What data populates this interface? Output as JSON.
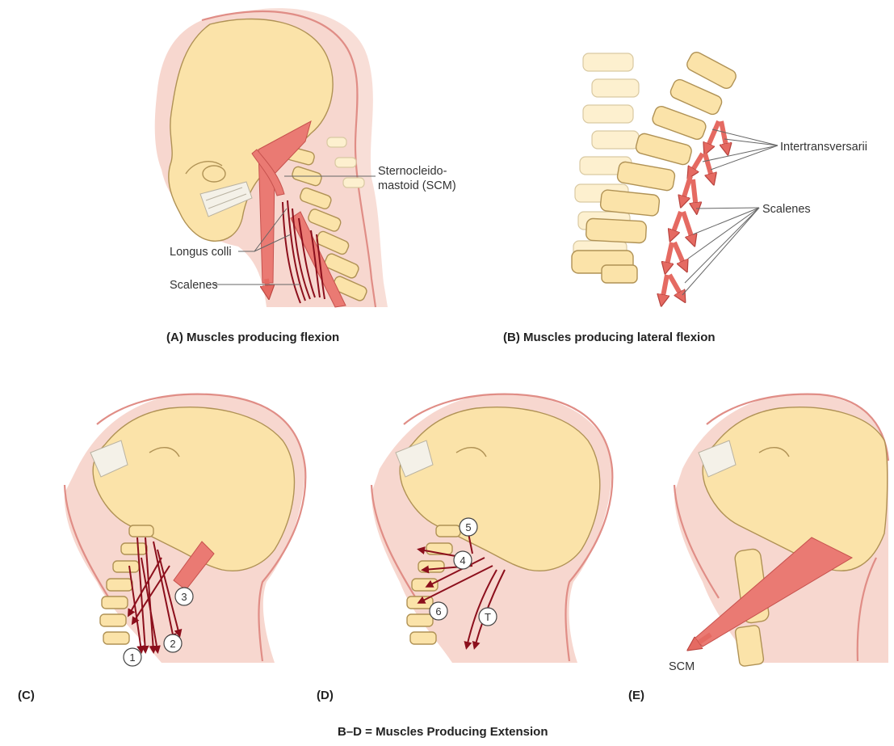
{
  "panels": {
    "a": {
      "caption": "(A) Muscles producing flexion",
      "labels": {
        "scm_line1": "Sternocleido-",
        "scm_line2": "mastoid (SCM)",
        "longus_colli": "Longus colli",
        "scalenes": "Scalenes"
      }
    },
    "b": {
      "caption": "(B) Muscles producing lateral flexion",
      "labels": {
        "intertransversarii": "Intertransversarii",
        "scalenes": "Scalenes"
      }
    },
    "c": {
      "caption": "(C)",
      "markers": [
        "1",
        "2",
        "3"
      ]
    },
    "d": {
      "caption": "(D)",
      "markers": [
        "5",
        "4",
        "6",
        "T"
      ]
    },
    "e": {
      "caption": "(E)",
      "labels": {
        "scm": "SCM"
      }
    }
  },
  "footer": "B–D = Muscles Producing Extension",
  "colors": {
    "bone": "#fbe3a9",
    "skin": "#f7d7cf",
    "muscle": "#ea7a73",
    "dark_muscle": "#8c0f1c"
  }
}
